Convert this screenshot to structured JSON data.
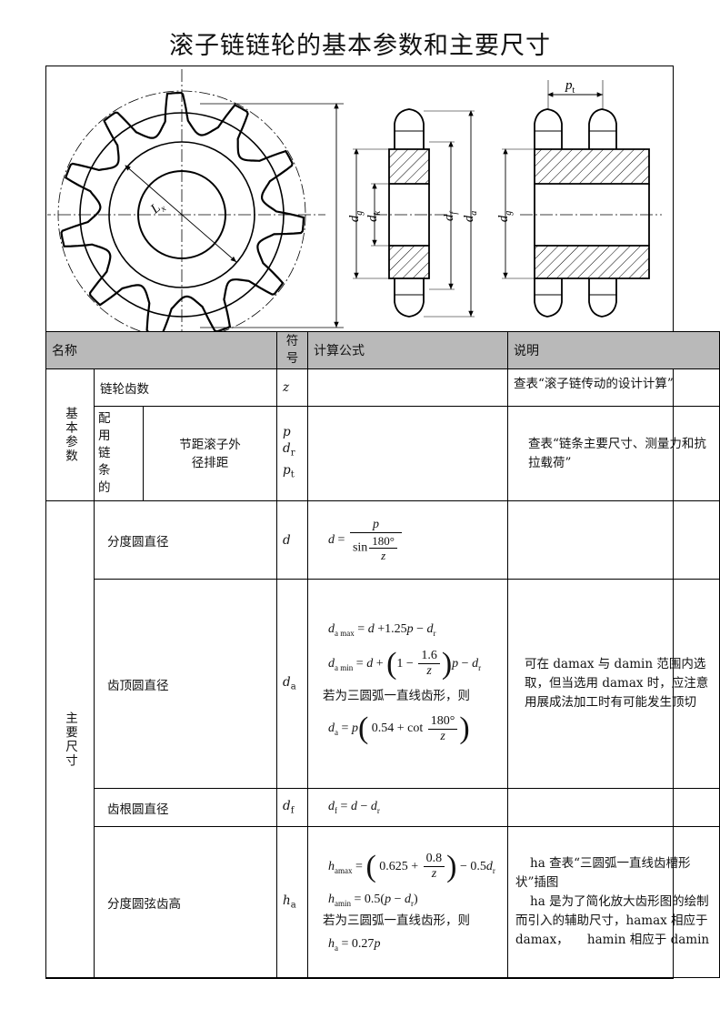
{
  "title": "滚子链链轮的基本参数和主要尺寸",
  "figure": {
    "labels": {
      "pt": "p",
      "pt_sub": "t",
      "lx": "L",
      "lx_sub": "x",
      "dg": "d",
      "dg_sub": "g",
      "dk": "d",
      "dk_sub": "k",
      "df": "d",
      "df_sub": "f",
      "da": "d",
      "da_sub": "a",
      "dg2": "d",
      "dg2_sub": "g"
    }
  },
  "table": {
    "headers": {
      "name": "名称",
      "symbol": "符号",
      "formula": "计算公式",
      "note": "说明"
    },
    "basic": {
      "group": "基本参数",
      "teeth": {
        "name": "链轮齿数",
        "symbol": "z",
        "note": "查表“滚子链传动的设计计算”"
      },
      "chain": {
        "label": "配用链条的",
        "params": "节距滚子外径排距",
        "sym_p": "p",
        "sym_d": "d",
        "sym_d_sub": "r",
        "sym_pt": "p",
        "sym_pt_sub": "t",
        "note": "查表“链条主要尺寸、测量力和抗拉载荷”"
      }
    },
    "main": {
      "group": "主要尺寸",
      "pitch_circle": {
        "name": "分度圆直径",
        "symbol": "d"
      },
      "tip_circle": {
        "name": "齿顶圆直径",
        "symbol": "d",
        "symbol_sub": "a",
        "text": "若为三圆弧一直线齿形，则",
        "note": "可在 damax 与 damin 范围内选取，但当选用 damax 时，应注意用展成法加工时有可能发生顶切"
      },
      "root_circle": {
        "name": "齿根圆直径",
        "symbol": "d",
        "symbol_sub": "f"
      },
      "chord_height": {
        "name": "分度圆弦齿高",
        "symbol": "h",
        "symbol_sub": "a",
        "text": "若为三圆弧一直线齿形，则",
        "note1": "ha 查表“三圆弧一直线齿槽形状”插图",
        "note2": "ha 是为了简化放大齿形图的绘制而引入的辅助尺寸，hamax 相应于 damax，　　hamin 相应于 damin"
      }
    }
  }
}
